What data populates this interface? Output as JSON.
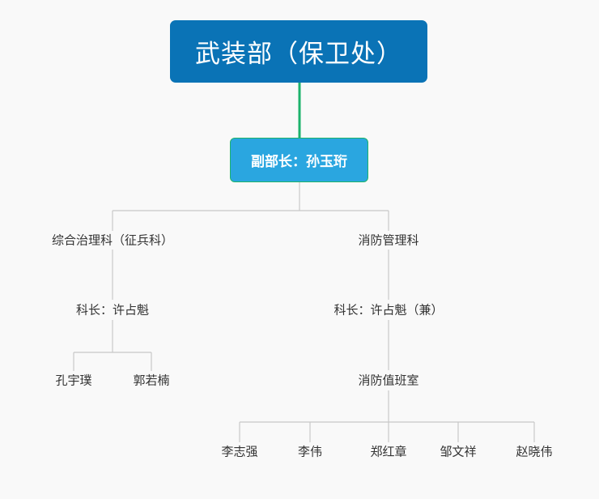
{
  "colors": {
    "background": "#f9f9f9",
    "root_fill": "#0a73b6",
    "deputy_fill": "#2aa6e0",
    "deputy_border": "#1db36c",
    "root_connector": "#1db36c",
    "connector": "#c8c8c8",
    "node_text": "#333333"
  },
  "org": {
    "root": {
      "label": "武装部（保卫处）"
    },
    "deputy": {
      "label": "副部长：孙玉珩"
    },
    "left_dept": {
      "label": "综合治理科（征兵科）",
      "chief": "科长：许占魁",
      "members": [
        "孔宇璞",
        "郭若楠"
      ]
    },
    "right_dept": {
      "label": "消防管理科",
      "chief": "科长：许占魁（兼）",
      "office": "消防值班室",
      "members": [
        "李志强",
        "李伟",
        "郑红章",
        "邹文祥",
        "赵晓伟"
      ]
    }
  }
}
